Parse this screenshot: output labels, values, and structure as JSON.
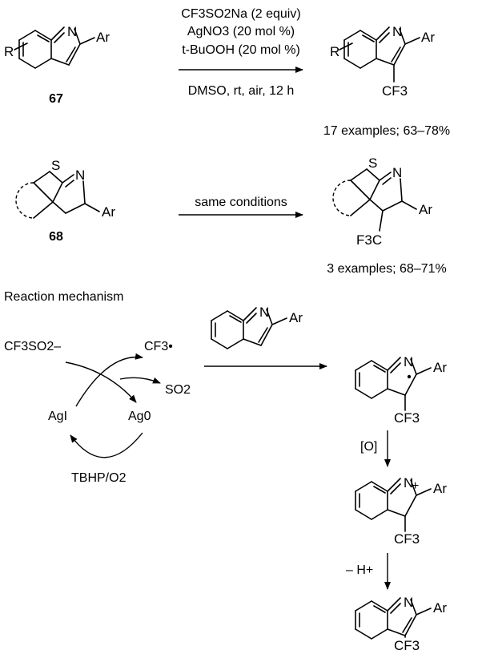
{
  "reaction1": {
    "reagent_line1": "CF3SO2Na (2 equiv)",
    "reagent_line2": "AgNO3 (20 mol %)",
    "reagent_line3": "t-BuOOH (20 mol %)",
    "conditions": "DMSO, rt, air, 12 h",
    "compound_label": "67",
    "result": "17 examples; 63–78%"
  },
  "reaction2": {
    "conditions": "same conditions",
    "compound_label": "68",
    "result": "3 examples; 68–71%"
  },
  "mechanism": {
    "heading": "Reaction mechanism",
    "cf3so2_anion": "CF3SO2–",
    "cf3_radical": "CF3•",
    "so2": "SO2",
    "ag_i": "AgI",
    "ag_0": "Ag0",
    "oxidant": "TBHP/O2",
    "oxidation_step": "[O]",
    "deprotonation_step": "– H+"
  },
  "atoms": {
    "N": "N",
    "S": "S",
    "Ar": "Ar",
    "R": "R",
    "CF3": "CF3",
    "F3C": "F3C"
  }
}
